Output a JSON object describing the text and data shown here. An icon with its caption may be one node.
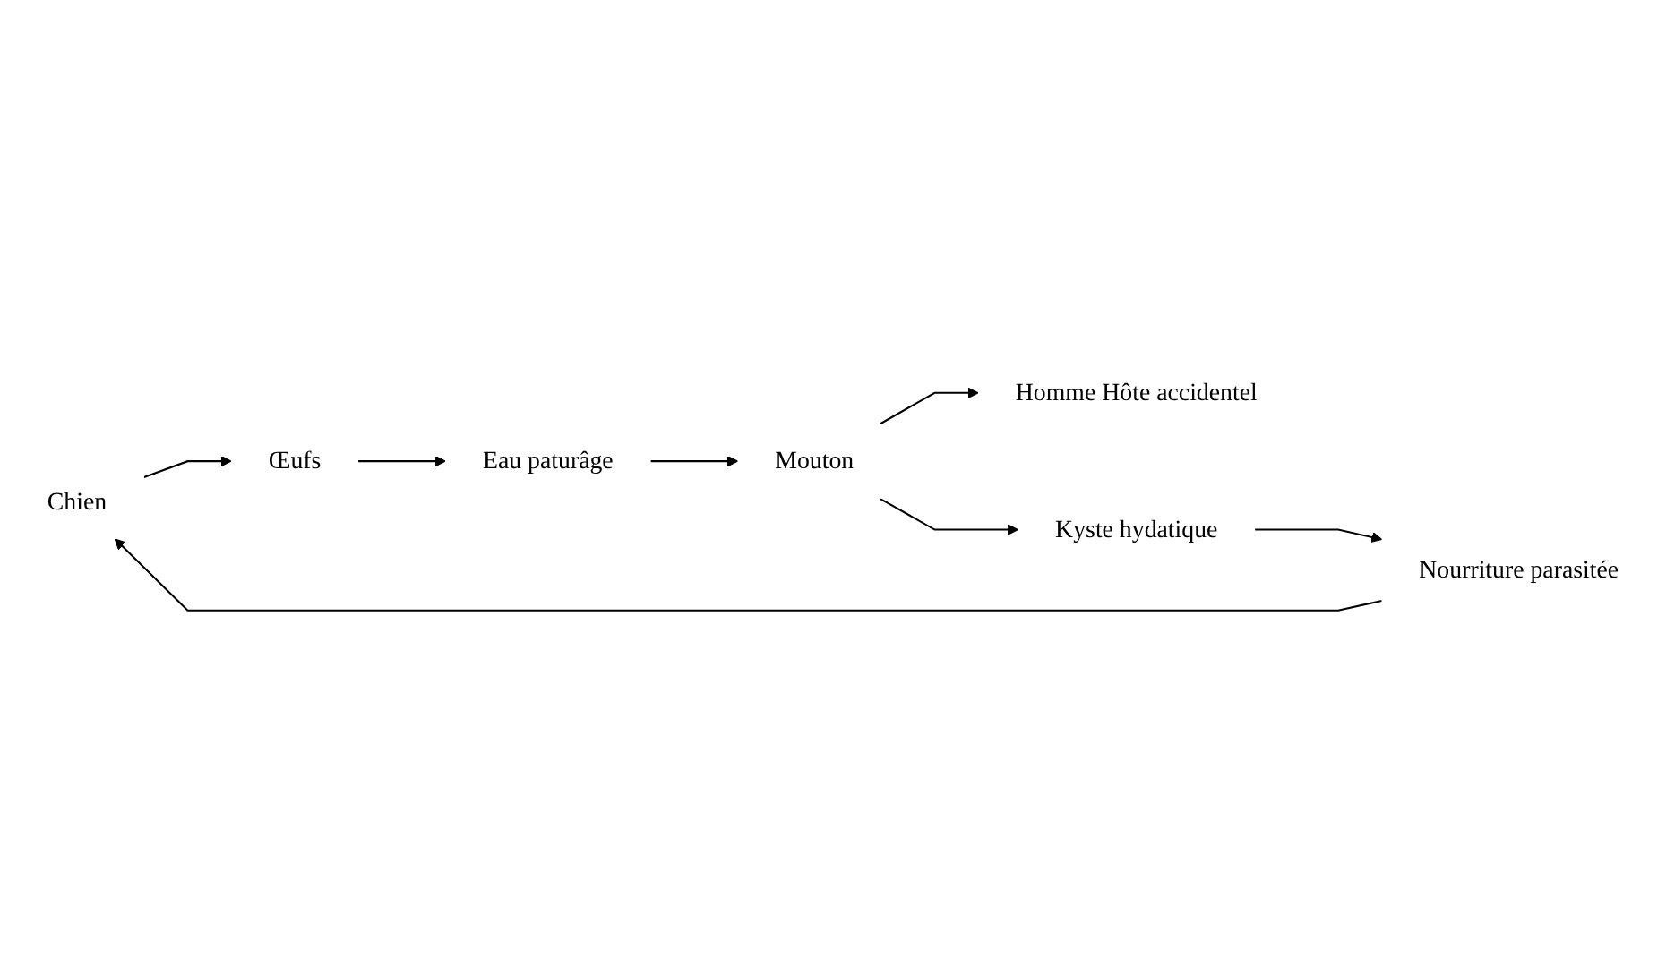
{
  "diagram": {
    "nodes": [
      {
        "text": [
          "Chien"
        ]
      },
      {
        "text": [
          "Œufs"
        ]
      },
      {
        "text": [
          "Nourriture parasitée"
        ]
      },
      {
        "text": [
          "Homme Hôte accidentel"
        ]
      },
      {
        "text": [
          "Eau paturâge"
        ]
      },
      {
        "text": [
          "Kyste hydatique"
        ]
      },
      {
        "text": [
          "Mouton"
        ]
      }
    ],
    "edges": [
      {
        "from": 2,
        "to": 0,
        "arrow": "to"
      },
      {
        "from": 0,
        "to": 1,
        "arrow": "to"
      },
      {
        "from": 1,
        "to": 4,
        "arrow": "to"
      },
      {
        "from": 4,
        "to": 6,
        "arrow": "to"
      },
      {
        "from": 6,
        "to": 5,
        "arrow": "to"
      },
      {
        "from": 5,
        "to": 2,
        "arrow": "to"
      },
      {
        "from": 6,
        "to": 3,
        "arrow": "to"
      }
    ]
  }
}
